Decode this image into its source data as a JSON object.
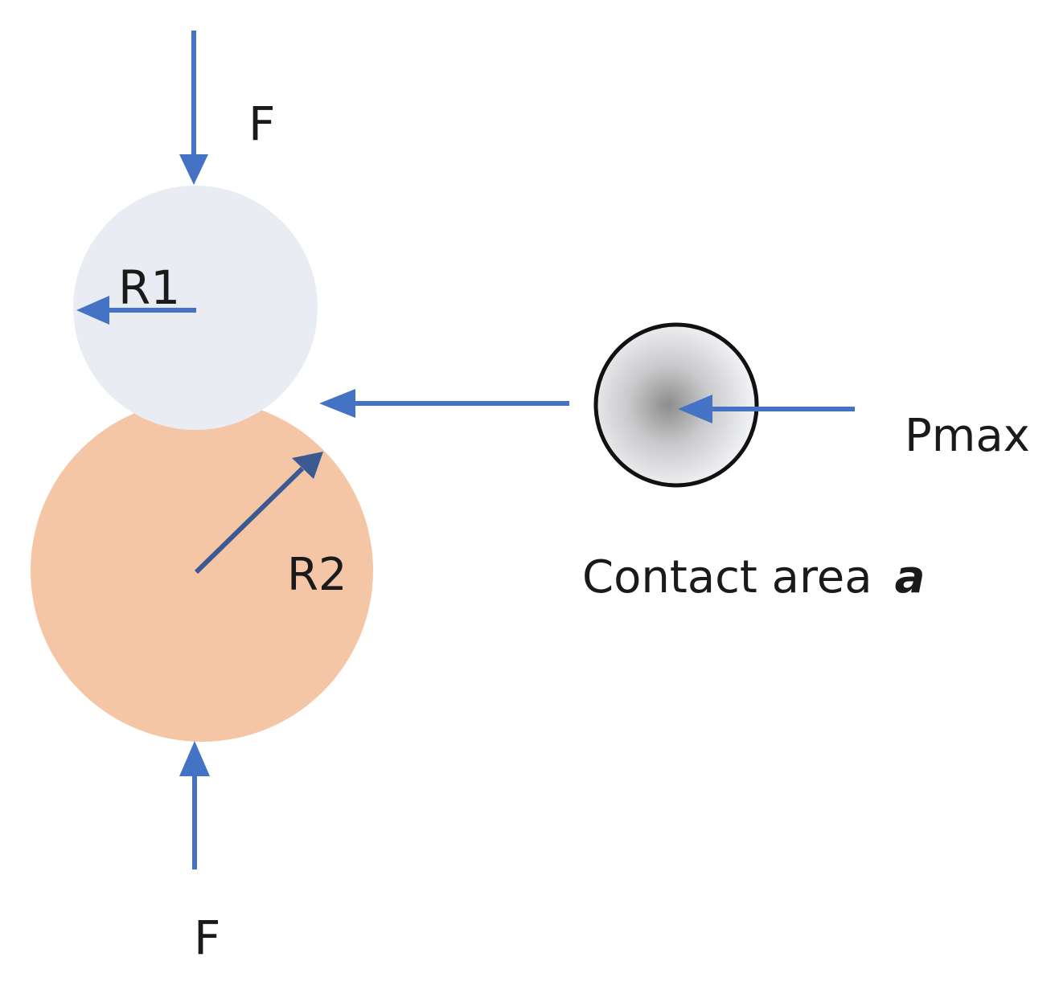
{
  "labels": {
    "force_top": "F",
    "force_bottom": "F",
    "radius_1": "R1",
    "radius_2": "R2",
    "pressure": "Pmax",
    "contact_area_text": "Contact area",
    "contact_area_symbol": "a"
  },
  "colors": {
    "sphere_1": "#e9edf3",
    "sphere_2": "#f5c6a6",
    "arrow": "#4472c4",
    "contact_outline": "#111111",
    "contact_center": "#8c8c8c"
  }
}
